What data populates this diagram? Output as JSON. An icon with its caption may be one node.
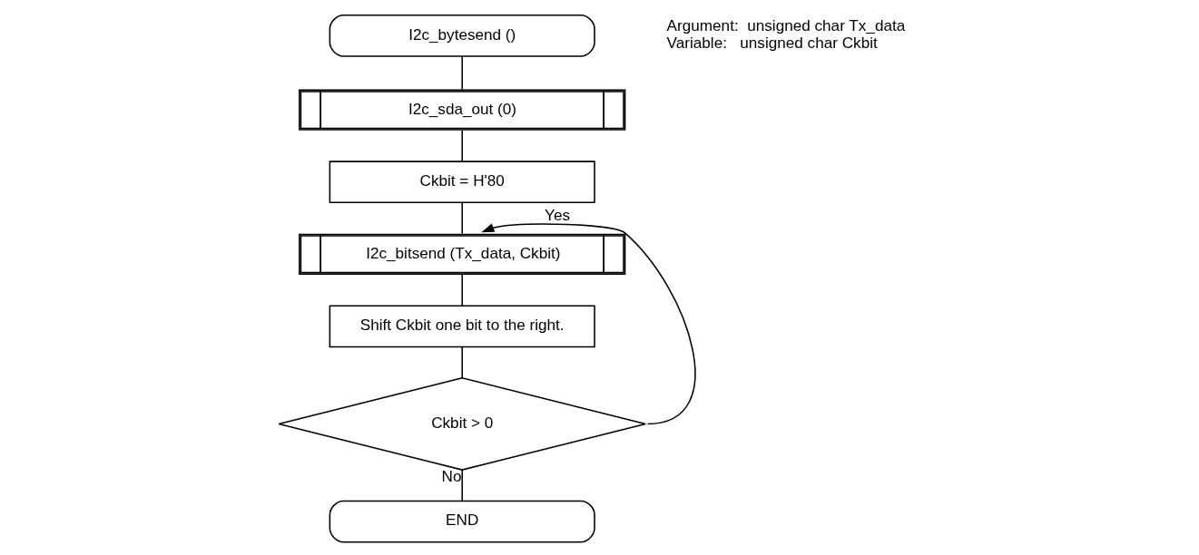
{
  "diagram": {
    "nodes": [
      {
        "text": [
          "I2c_bytesend ()"
        ]
      },
      {
        "text": [
          "I2c_sda_out (0)"
        ]
      },
      {
        "text": [
          "Ckbit = H'80"
        ]
      },
      {
        "text": [
          "I2c_bitsend (Tx_data, Ckbit)"
        ]
      },
      {
        "text": [
          "Shift Ckbit one bit to the right."
        ]
      },
      {
        "text": [
          "Ckbit > 0"
        ]
      },
      {
        "text": [
          "END"
        ]
      }
    ],
    "edges": [
      {
        "from": 0,
        "to": 1,
        "arrow": "none"
      },
      {
        "from": 1,
        "to": 2,
        "arrow": "none"
      },
      {
        "from": 2,
        "to": 3,
        "arrow": "none"
      },
      {
        "from": 3,
        "to": 4,
        "arrow": "none"
      },
      {
        "from": 4,
        "to": 5,
        "arrow": "none"
      },
      {
        "from": 5,
        "to": 3,
        "arrow": "to",
        "label": "Yes"
      },
      {
        "from": 5,
        "to": 6,
        "arrow": "none",
        "label": "No"
      }
    ],
    "labels": [
      "Argument:  unsigned char Tx_data",
      "Variable:   unsigned char Ckbit"
    ]
  }
}
